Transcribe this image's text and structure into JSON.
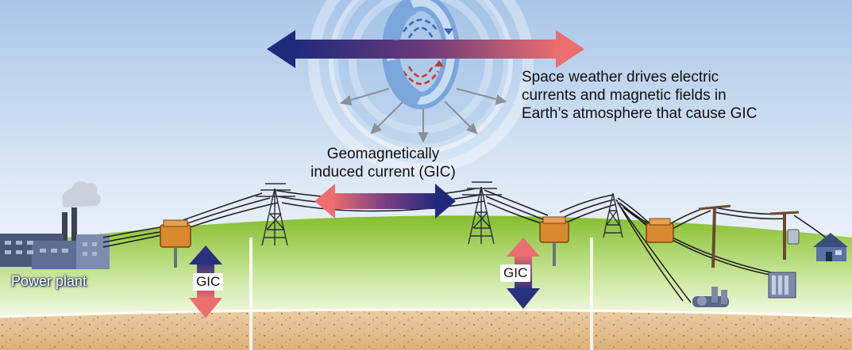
{
  "caption": {
    "line1": "Space weather drives electric",
    "line2": "currents and magnetic fields in",
    "line3": "Earth’s atmosphere that cause GIC"
  },
  "gic_label": {
    "line1": "Geomagnetically",
    "line2": "induced current (GIC)"
  },
  "power_plant_label": "Power plant",
  "gic_ground_labels": [
    "GIC",
    "GIC"
  ],
  "colors": {
    "sky_top": "#a9c6e8",
    "sky_bottom": "#ffffff",
    "grass": "#86be2e",
    "soil": "#e7c69a",
    "arrow_blue": "#1f2a7a",
    "arrow_red": "#e86a6a",
    "transformer": "#d9892e"
  },
  "icons": [
    "power-plant-icon",
    "transmission-tower-icon",
    "transformer-icon",
    "utility-pole-icon",
    "house-icon",
    "factory-icon",
    "current-loop-icon"
  ]
}
